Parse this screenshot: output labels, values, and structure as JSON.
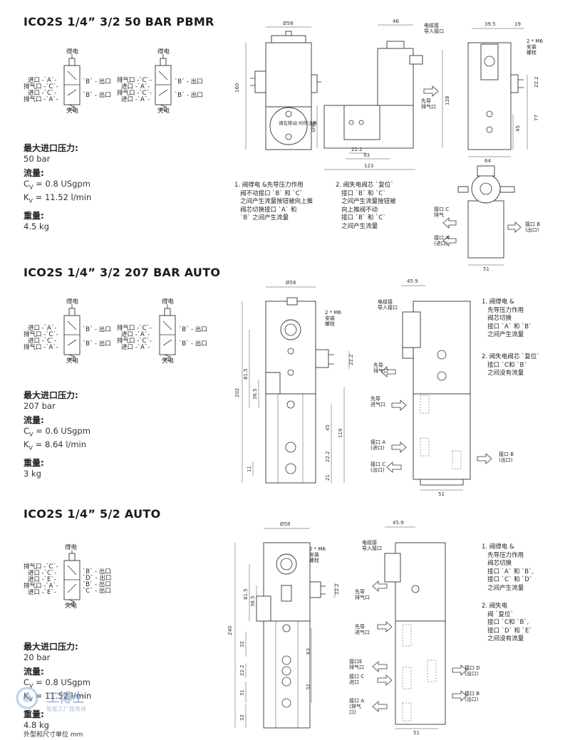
{
  "sections": [
    {
      "title": "ICO2S 1/4”  3/2 50 BAR PBMR",
      "spec_pressure_label": "最大进口压力:",
      "spec_pressure_value": "50 bar",
      "spec_flow_label": "流量:",
      "spec_cv": "0.8 USgpm",
      "spec_kv": "11.52 l/min",
      "spec_weight_label": "重量:",
      "spec_weight_value": "4.5 kg",
      "notes": [
        "1. 阀得电 &先导压力作用\n   阀不动接口 `B` 和 `C`\n   之间产生流量按钮被向上推\n   阀芯切换接口 `A` 和\n   `B` 之间产生流量",
        "2. 阀失电阀芯 `复位`\n   接口 `B` 和 `C`\n   之间产生流量按钮被\n   向上推阀不动\n   接口 `B` 和 `C`\n   之间产生流量"
      ]
    },
    {
      "title": "ICO2S 1/4”  3/2 207 BAR AUTO",
      "spec_pressure_label": "最大进口压力:",
      "spec_pressure_value": "207 bar",
      "spec_flow_label": "流量:",
      "spec_cv": "0.6 USgpm",
      "spec_kv": "8.64 l/min",
      "spec_weight_label": "重量:",
      "spec_weight_value": "3 kg",
      "notes": [
        "1. 阀得电 &\n   先导压力作用\n   阀芯切换\n   接口 `A` 和 `B`\n   之间产生流量",
        "2. 阀失电阀芯 `复位`\n   接口 `C和 `B`\n   之间没有流量"
      ]
    },
    {
      "title": "ICO2S 1/4”  5/2 AUTO",
      "spec_pressure_label": "最大进口压力:",
      "spec_pressure_value": "20 bar",
      "spec_flow_label": "流量:",
      "spec_cv": "0.8 USgpm",
      "spec_kv": "11.52 l/min",
      "spec_weight_label": "重量:",
      "spec_weight_value": "4.8 kg",
      "notes": [
        "1. 阀得电 &\n   先导压力作用\n   阀芯切换\n   接口 `A` 和 `B`,\n   接口 `C` 和 `D`\n   之间产生流量",
        "2. 阀失电\n   阀 `复位`\n   接口 `C和 `B`,\n   接口 `D` 和 `E`\n   之间没有流量"
      ]
    }
  ],
  "symbols": {
    "energized": "得电",
    "deenergized": "失电",
    "inlet_a": "进口 -`A`-",
    "exhaust_c": "排气口 -`C`-",
    "inlet_c": "进口 -`C`-",
    "exhaust_a": "排气口 -`A`-",
    "outlet_b": "`B` - 出口",
    "exhaust_c2": "排气口 -`C`-",
    "inlet_c2": "进口 -`C`-",
    "inlet_e": "进口 -`E`-",
    "exhaust_a2": "排气口 -`A`-",
    "outlet_d": "`D` - 出口",
    "outlet_c": "`C` - 出口"
  },
  "cv_prefix": "C",
  "kv_prefix": "K",
  "sub_v": "V",
  "eq": " = ",
  "footer": "外型和尺寸单位 mm",
  "watermark": "工博士",
  "watermark_sub": "智能工厂服务商",
  "dims": {
    "d58": "Ø58",
    "d46": "46",
    "d39_5": "39.5",
    "d19": "19",
    "d160": "160",
    "d128": "128",
    "d96": "Ø96",
    "d22_2": "22.2",
    "d93": "93",
    "d123": "123",
    "d77": "77",
    "d45": "45",
    "d64": "64",
    "d51": "51",
    "d45_9": "45.9",
    "d202": "202",
    "d81_5": "81.5",
    "d36_5": "36.5",
    "d119": "119",
    "d11": "11",
    "d21": "21",
    "d240": "240",
    "d32": "32",
    "d63": "63",
    "d31": "31"
  },
  "labels": {
    "conduit": "电缆接\n导入接口",
    "m6": "2 * M6\n安装\n螺栓",
    "pilot_exhaust": "先导\n排气口",
    "pilot_inlet": "先导\n进气口",
    "port_c_exhaust": "接口 C\n排气",
    "port_a_inlet": "接口 A\n(进口)",
    "port_b_outlet": "接口 B\n(出口)",
    "port_c_outlet": "接口 C\n(出口)",
    "port_e_exhaust": "接口E\n排气口",
    "port_c_inlet": "接口 C\n进口",
    "port_d_outlet": "接口 D\n(出口)",
    "port_a_exhaust": "接口 A\n(排气\n口)",
    "reset_button": "请在移动\n时的注意"
  }
}
